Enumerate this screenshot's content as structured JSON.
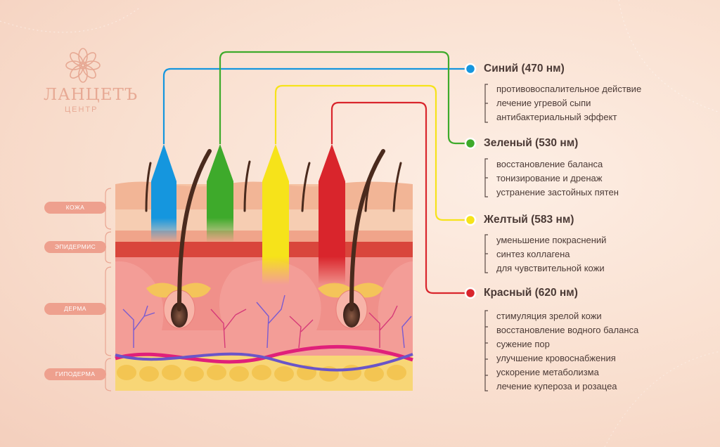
{
  "logo": {
    "name": "ЛАНЦЕТЪ",
    "subtitle": "ЦЕНТР"
  },
  "layers": [
    "КОЖА",
    "ЭПИДЕРМИС",
    "ДЕРМА",
    "ГИПОДЕРМА"
  ],
  "colors": {
    "blue": "#1596de",
    "green": "#3eaa2b",
    "yellow": "#f6e31a",
    "red": "#d9252c"
  },
  "groups": [
    {
      "title": "Синий (470 нм)",
      "color": "#1596de",
      "items": [
        "противовоспалительное действие",
        "лечение угревой сыпи",
        "антибактериальный эффект"
      ]
    },
    {
      "title": "Зеленый (530 нм)",
      "color": "#3eaa2b",
      "items": [
        "восстановление баланса",
        "тонизирование и дренаж",
        "устранение застойных пятен"
      ]
    },
    {
      "title": "Желтый (583 нм)",
      "color": "#f6e31a",
      "items": [
        "уменьшение покраснений",
        "синтез коллагена",
        "для чувствительной кожи"
      ]
    },
    {
      "title": "Красный (620 нм)",
      "color": "#d9252c",
      "items": [
        "стимуляция зрелой кожи",
        "восстановление водного баланса",
        "сужение пор",
        "улучшение кровоснабжения",
        "ускорение метаболизма",
        "лечение купероза и розацеа"
      ]
    }
  ]
}
